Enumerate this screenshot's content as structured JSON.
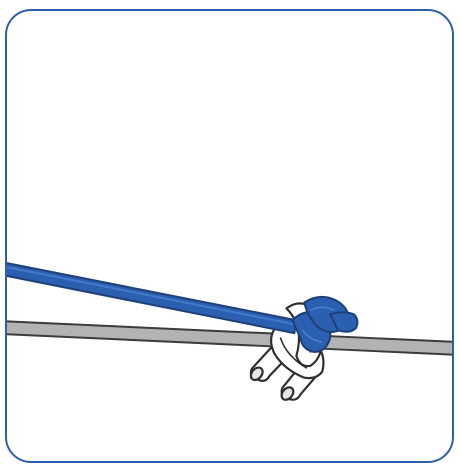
{
  "illustration": {
    "colors": {
      "frame_border": "#2d5fae",
      "rope": "#2b5fb0",
      "rope_dark": "#1e4a8f",
      "rope_light": "#4f86d6",
      "wire": "#b3b3b3",
      "wire_outline": "#3b3b3b",
      "clip": "#ffffff",
      "clip_outline": "#2f2f2f",
      "clip_shadow": "#d9d9d9"
    },
    "icons": [
      "rope-line",
      "wire-rope",
      "knot",
      "wire-rope-clip"
    ]
  }
}
